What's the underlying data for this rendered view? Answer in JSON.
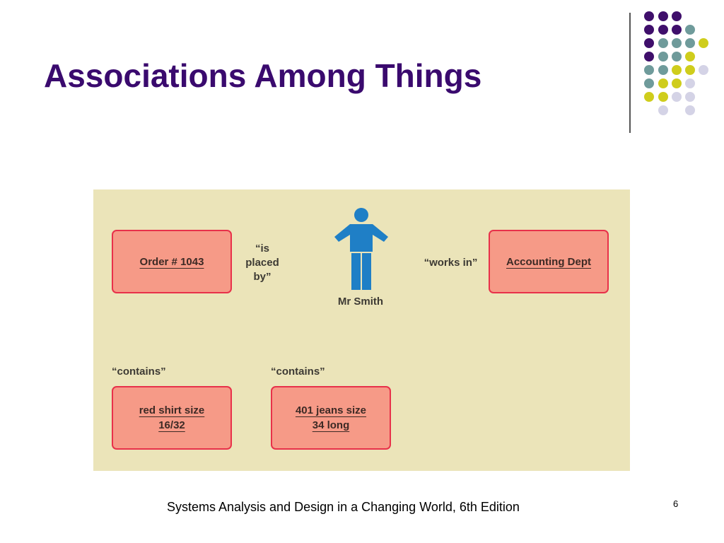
{
  "slide": {
    "title": "Associations Among Things",
    "footer": "Systems Analysis and Design in a Changing World, 6th Edition",
    "page_number": "6"
  },
  "colors": {
    "title": "#3a0a6e",
    "panel": "#ebe4b9",
    "box_fill": "#f69a87",
    "box_border": "#e8314a",
    "person": "#1f7fc6",
    "dot_purple": "#3f0f6b",
    "dot_teal": "#6f9b9b",
    "dot_yellow": "#cfcd1c",
    "dot_lavender": "#d4d3e6"
  },
  "diagram": {
    "person": {
      "icon": "person-icon",
      "name": "Mr Smith"
    },
    "boxes": {
      "order": "Order # 1043",
      "dept": "Accounting Dept",
      "shirt": "red shirt size\n16/32",
      "jeans": "401 jeans size\n34 long"
    },
    "phrases": {
      "placed_by": "“is\nplaced\nby”",
      "works_in": "“works in”",
      "contains_1": "“contains”",
      "contains_2": "“contains”"
    }
  }
}
